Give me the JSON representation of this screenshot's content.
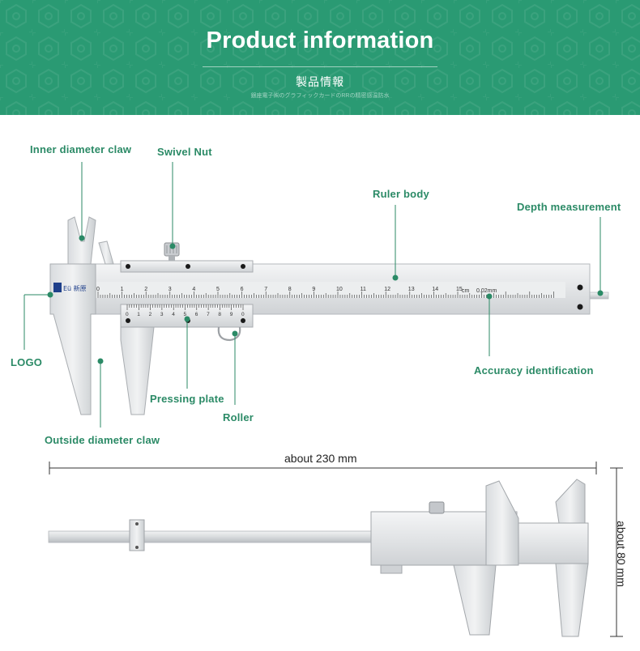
{
  "banner": {
    "title": "Product information",
    "subtitle": "製品情報",
    "small_text": "銀座電子㈱のグラフィックカードのRRの精密感温防水"
  },
  "callouts": {
    "inner_diameter_claw": "Inner diameter claw",
    "swivel_nut": "Swivel Nut",
    "ruler_body": "Ruler body",
    "depth_measurement": "Depth measurement",
    "logo": "LOGO",
    "accuracy_identification": "Accuracy identification",
    "pressing_plate": "Pressing plate",
    "roller": "Roller",
    "outside_diameter_claw": "Outside diameter claw"
  },
  "scale": {
    "main_numbers": [
      "0",
      "1",
      "2",
      "3",
      "4",
      "5",
      "6",
      "7",
      "8",
      "9",
      "10",
      "11",
      "12",
      "13",
      "14",
      "15"
    ],
    "unit": "cm",
    "accuracy": "0.02mm",
    "vernier_numbers": [
      "0",
      "1",
      "2",
      "3",
      "4",
      "5",
      "6",
      "7",
      "8",
      "9",
      "0"
    ],
    "brand_mark": "Eü 新原"
  },
  "dimensions": {
    "length": "about 230 mm",
    "height": "about 80 mm"
  },
  "colors": {
    "banner": "#2a9a73",
    "accent": "#2b8a66",
    "steel": "#e4e6e8"
  }
}
